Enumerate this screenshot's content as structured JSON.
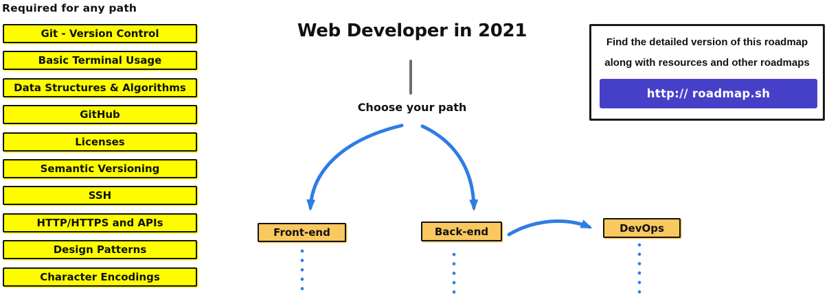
{
  "colors": {
    "topic-yellow": "#fdfd00",
    "topic-border": "#111111",
    "path-orange": "#f9c85f",
    "arrow-blue": "#2f7de2",
    "stem-gray": "#6e6e6e",
    "button-purple": "#4640c8",
    "button-text": "#ffffff",
    "text-black": "#111111"
  },
  "sidebar": {
    "heading": "Required for any path",
    "items": [
      "Git - Version Control",
      "Basic Terminal Usage",
      "Data Structures & Algorithms",
      "GitHub",
      "Licenses",
      "Semantic Versioning",
      "SSH",
      "HTTP/HTTPS and APIs",
      "Design Patterns",
      "Character Encodings"
    ]
  },
  "center": {
    "title": "Web Developer in 2021",
    "choose_label": "Choose your path",
    "paths": [
      {
        "label": "Front-end"
      },
      {
        "label": "Back-end"
      },
      {
        "label": "DevOps"
      }
    ]
  },
  "info_box": {
    "line1": "Find the detailed version of this roadmap",
    "line2": "along with resources and other roadmaps",
    "button_label": "http:// roadmap.sh"
  }
}
